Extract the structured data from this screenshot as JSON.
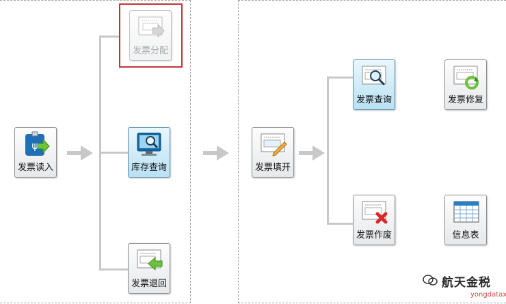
{
  "left_panel": {
    "tiles": [
      {
        "label": "发票读入"
      },
      {
        "label": "发票分配"
      },
      {
        "label": "库存查询"
      },
      {
        "label": "发票退回"
      }
    ]
  },
  "right_panel": {
    "tiles": [
      {
        "label": "发票填开"
      },
      {
        "label": "发票查询"
      },
      {
        "label": "发票修复"
      },
      {
        "label": "发票作废"
      },
      {
        "label": "信息表"
      }
    ]
  },
  "watermark": {
    "name": "航天金税",
    "site": "yongdatax"
  },
  "colors": {
    "highlight": "#c0333a",
    "active_tile": "#b9e1f4",
    "connector": "#c8c8c8"
  }
}
